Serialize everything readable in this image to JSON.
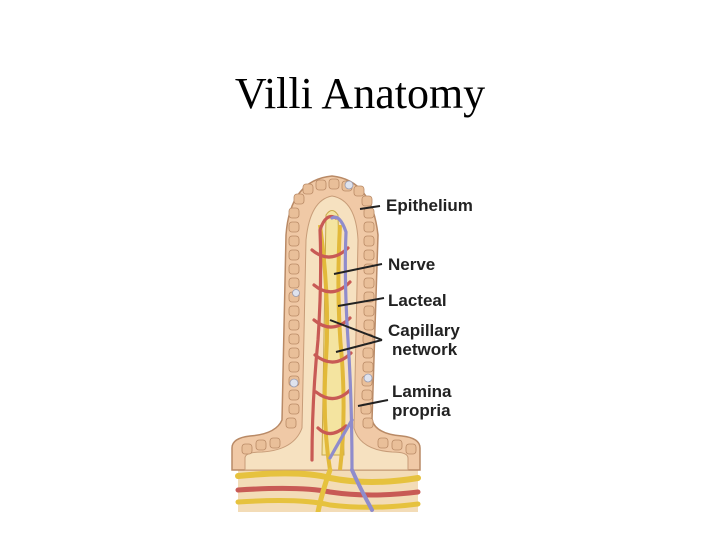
{
  "title": "Villi Anatomy",
  "diagram": {
    "labels": {
      "epithelium": "Epithelium",
      "nerve": "Nerve",
      "lacteal": "Lacteal",
      "capillary_line1": "Capillary",
      "capillary_line2": "network",
      "lamina_line1": "Lamina",
      "lamina_line2": "propria"
    },
    "colors": {
      "epithelium": "#f0c9a6",
      "cell_nucleus": "#b6b9c9",
      "core": "#f3d9b0",
      "nerve": "#e8c23a",
      "lacteal": "#f2dd8a",
      "artery": "#c85a55",
      "vein": "#8f8ccc",
      "label_text": "#222222"
    }
  }
}
